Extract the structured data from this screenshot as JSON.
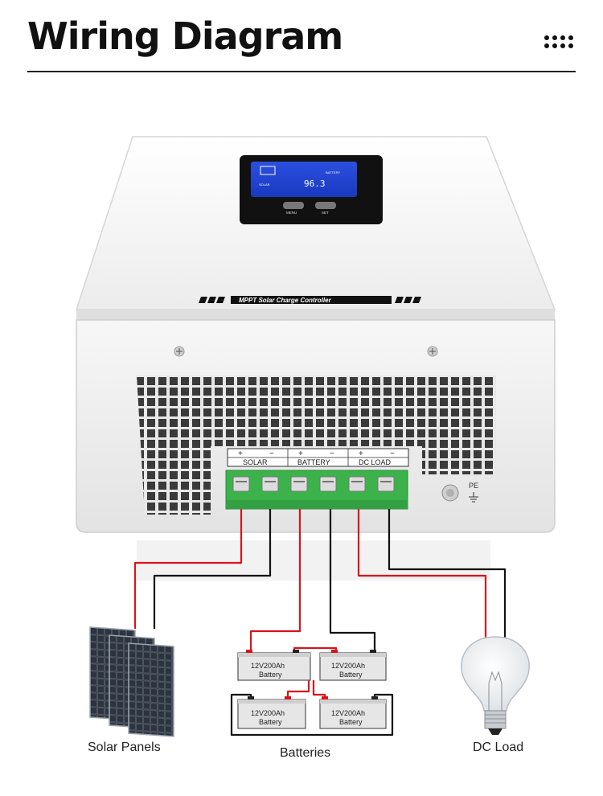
{
  "header": {
    "title": "Wiring Diagram"
  },
  "controller": {
    "brand_strip": "MPPT Solar Charge Controller",
    "lcd": {
      "value": "96.3",
      "left_label": "SOLAR",
      "right_label": "BATTERY"
    },
    "buttons": [
      "MENU",
      "SET"
    ],
    "terminal_groups": [
      "SOLAR",
      "BATTERY",
      "DC LOAD"
    ],
    "pe_label": "PE"
  },
  "batteries": {
    "items": [
      {
        "line1": "12V200Ah",
        "line2": "Battery"
      },
      {
        "line1": "12V200Ah",
        "line2": "Battery"
      },
      {
        "line1": "12V200Ah",
        "line2": "Battery"
      },
      {
        "line1": "12V200Ah",
        "line2": "Battery"
      }
    ],
    "caption": "Batteries"
  },
  "solar": {
    "caption": "Solar Panels"
  },
  "load": {
    "caption": "DC Load"
  },
  "colors": {
    "positive_wire": "#d8141c",
    "negative_wire": "#111111",
    "terminal": "#3bb24a",
    "housing": "#f4f4f4"
  }
}
